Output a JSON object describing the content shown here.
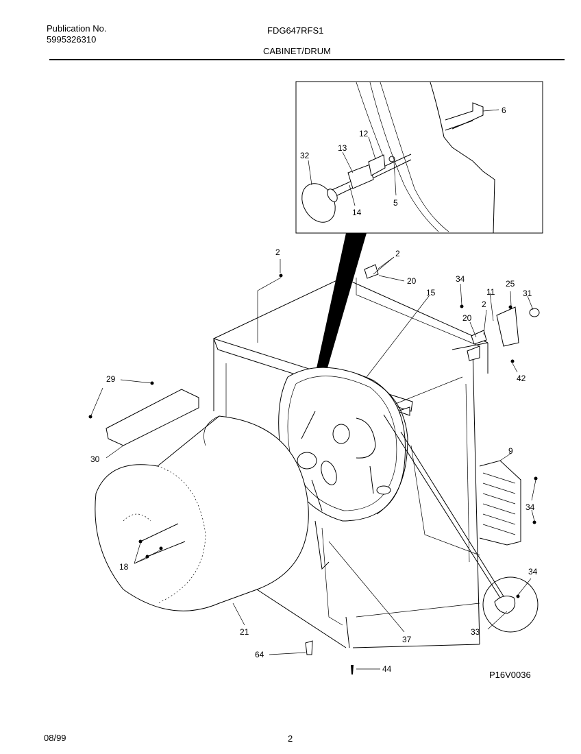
{
  "header": {
    "publication_label": "Publication No.",
    "publication_number": "5995326310",
    "model": "FDG647RFS1",
    "section": "CABINET/DRUM"
  },
  "footer": {
    "date": "08/99",
    "page": "2",
    "diagram_code": "P16V0036"
  },
  "callouts": {
    "c6": "6",
    "c12": "12",
    "c13": "13",
    "c32": "32",
    "c5": "5",
    "c14": "14",
    "c2a": "2",
    "c2b": "2",
    "c2c": "2",
    "c20a": "20",
    "c20b": "20",
    "c34a": "34",
    "c34b": "34",
    "c34c": "34",
    "c15": "15",
    "c11": "11",
    "c25": "25",
    "c31": "31",
    "c42": "42",
    "c29": "29",
    "c30": "30",
    "c9": "9",
    "c18": "18",
    "c21": "21",
    "c37": "37",
    "c33": "33",
    "c64": "64",
    "c44": "44"
  }
}
